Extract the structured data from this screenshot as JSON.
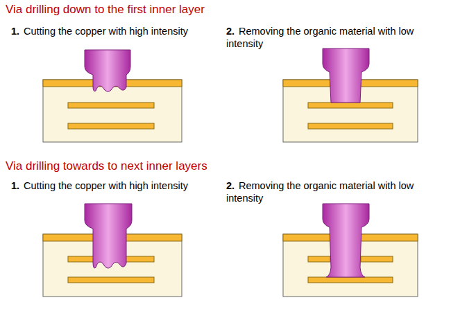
{
  "diagram": {
    "labels": [
      "Via drilling down to the first inner layer",
      "1.",
      "Cutting the copper with high intensity",
      "2.",
      "Removing the organic material with low intensity",
      "Via drilling towards to next inner layers",
      "1.",
      "Cutting the copper with high intensity",
      "2.",
      "Removing the organic material with low intensity"
    ]
  }
}
